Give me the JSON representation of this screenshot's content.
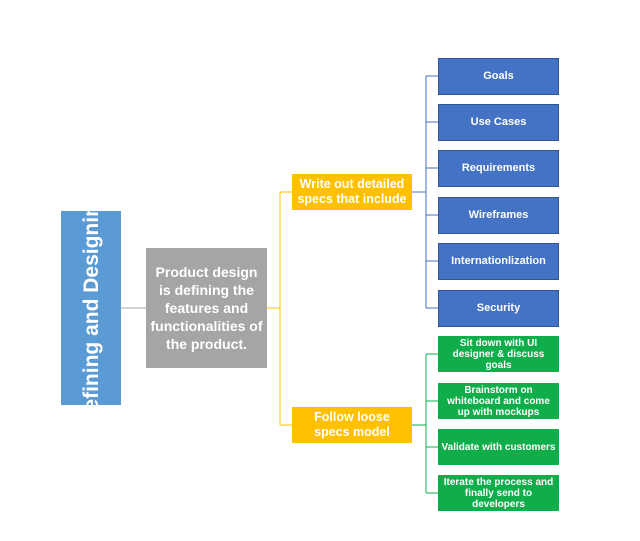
{
  "root": {
    "title": "Defining and Designing"
  },
  "description": "Product design is defining the features and functionalities of the product.",
  "branches": [
    {
      "label": "Write out detailed specs that include",
      "items": [
        "Goals",
        "Use Cases",
        "Requirements",
        "Wireframes",
        "Internationlization",
        "Security"
      ]
    },
    {
      "label": "Follow loose specs model",
      "items": [
        "Sit down with UI designer & discuss goals",
        "Brainstorm on whiteboard and come up with mockups",
        "Validate with customers",
        "Iterate the process and finally send to developers"
      ]
    }
  ],
  "colors": {
    "root": "#5b9bd5",
    "description": "#a5a5a5",
    "branch": "#ffc000",
    "detailed_items": "#4472c4",
    "loose_items": "#0fae4b",
    "connector_gray": "#a5a5a5",
    "connector_orange": "#ffc000",
    "connector_blue": "#4472c4",
    "connector_green": "#0fae4b"
  },
  "icons": []
}
